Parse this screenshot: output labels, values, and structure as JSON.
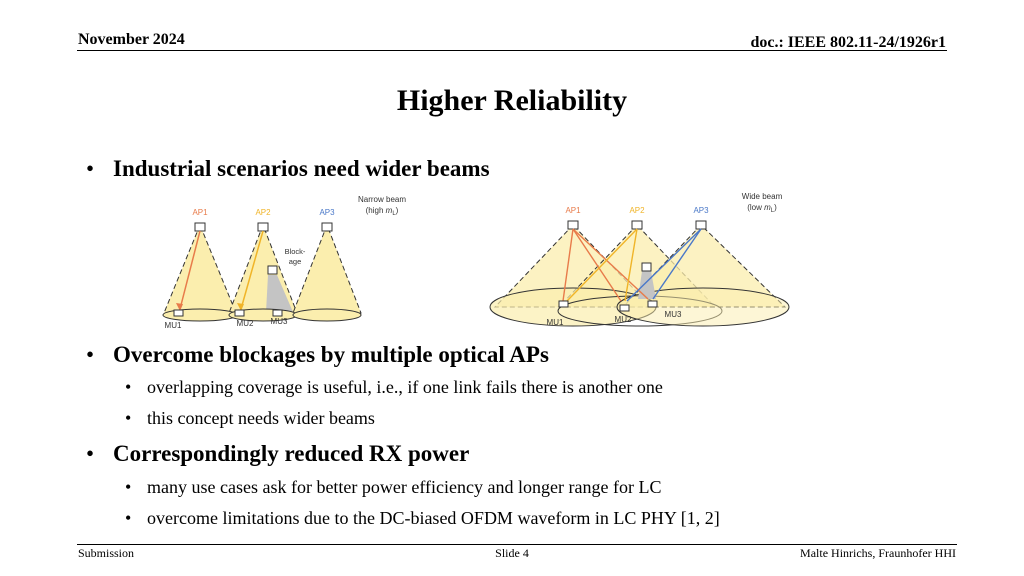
{
  "header": {
    "date": "November 2024",
    "doc": "doc.: IEEE 802.11-24/1926r1"
  },
  "title": "Higher Reliability",
  "bullets": {
    "b1": "Industrial scenarios need wider beams",
    "b2": "Overcome blockages by multiple optical APs",
    "b2_sub1": "overlapping coverage is useful, i.e., if one link fails there is another one",
    "b2_sub2": "this concept needs wider beams",
    "b3": "Correspondingly reduced RX power",
    "b3_sub1": "many use cases ask for better power efficiency and longer range for LC",
    "b3_sub2": "overcome limitations due to the DC-biased OFDM waveform in LC PHY [1, 2]"
  },
  "bullet_glyph": "•",
  "left_diagram": {
    "ap_labels": [
      "AP1",
      "AP2",
      "AP3"
    ],
    "mu_labels": [
      "MU1",
      "MU2",
      "MU3"
    ],
    "beam_label_line1": "Narrow beam",
    "beam_label_line2_prefix": "(high ",
    "beam_label_symbol": "m",
    "beam_label_subscript": "L",
    "beam_label_line2_suffix": ")",
    "blockage_line1": "Block-",
    "blockage_line2": "age"
  },
  "right_diagram": {
    "ap_labels": [
      "AP1",
      "AP2",
      "AP3"
    ],
    "mu_labels": [
      "MU1",
      "MU2",
      "MU3"
    ],
    "beam_label_line1": "Wide beam",
    "beam_label_line2_prefix": "(low ",
    "beam_label_symbol": "m",
    "beam_label_subscript": "L",
    "beam_label_line2_suffix": ")"
  },
  "colors": {
    "ap1": "#e87b4a",
    "ap2": "#f0b428",
    "ap3": "#4a78c8",
    "cone_fill": "#fbeeae",
    "blockage": "#c4c4c4"
  },
  "footer": {
    "left": "Submission",
    "center": "Slide 4",
    "right": "Malte Hinrichs, Fraunhofer HHI"
  }
}
